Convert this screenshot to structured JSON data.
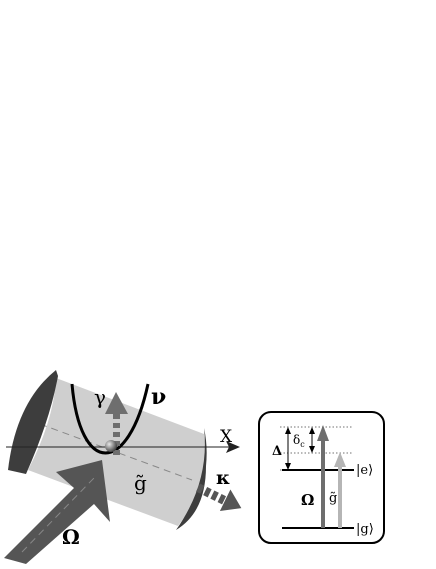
{
  "left_panel": {
    "gamma": "γ",
    "nu": "ν",
    "x_axis": "X",
    "kappa": "κ",
    "g_tilde": "g̃",
    "omega": "Ω"
  },
  "level_scheme": {
    "delta": "Δ",
    "delta_c_main": "δ",
    "delta_c_sub": "c",
    "excited_state": "|e⟩",
    "ground_state": "|g⟩",
    "omega": "Ω",
    "g_tilde": "g̃"
  },
  "colors": {
    "cavity_body": "#cfcfcf",
    "mirror": "#3d3d3d",
    "dark_arrow": "#555555",
    "medium_arrow": "#6e6e6e",
    "light_arrow": "#b5b5b5"
  }
}
